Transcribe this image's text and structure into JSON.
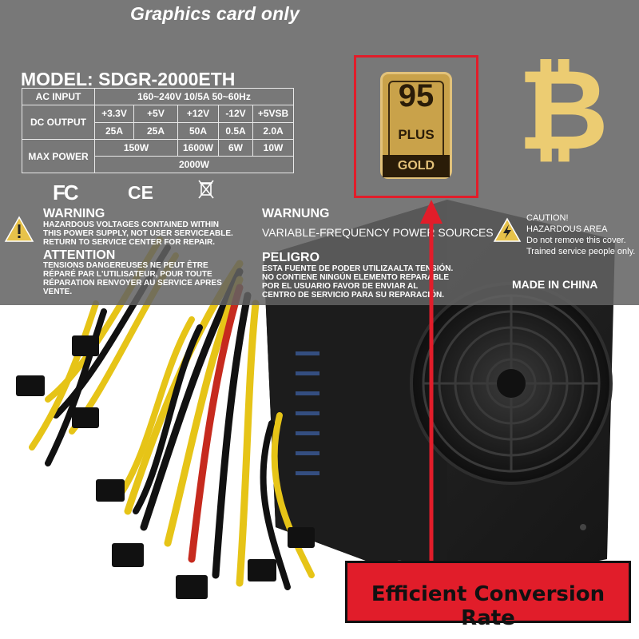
{
  "header": {
    "title": "Graphics card only"
  },
  "spec": {
    "model": "MODEL: SDGR-2000ETH",
    "ac_input_label": "AC INPUT",
    "ac_input_value": "160~240V  10/5A  50~60Hz",
    "dc_output_label": "DC OUTPUT",
    "rails": [
      "+3.3V",
      "+5V",
      "+12V",
      "-12V",
      "+5VSB"
    ],
    "currents": [
      "25A",
      "25A",
      "50A",
      "0.5A",
      "2.0A"
    ],
    "max_power_label": "MAX POWER",
    "powers": [
      "150W",
      "1600W",
      "6W",
      "10W"
    ],
    "total_power": "2000W"
  },
  "certs": {
    "fc": "FC",
    "ce": "CE"
  },
  "warning_en": {
    "title": "WARNING",
    "lines": [
      "HAZARDOUS VOLTAGES CONTAINED WITHIN",
      "THIS POWER SUPPLY, NOT USER SERVICEABLE.",
      "RETURN TO SERVICE CENTER FOR REPAIR."
    ]
  },
  "warning_fr": {
    "title": "ATTENTION",
    "lines": [
      "TENSIONS DANGEREUSES NE PEUT ÊTRE",
      "RÉPARÉ PAR L'UTILISATEUR, POUR TOUTE",
      "RÉPARATION RENVOYER AU SERVICE APRES",
      "VENTE."
    ]
  },
  "warning_de": {
    "title": "WARNUNG",
    "body": "VARIABLE-FREQUENCY POWER SOURCES"
  },
  "warning_es": {
    "title": "PELIGRO",
    "lines": [
      "ESTA FUENTE DE PODER UTILIZAALTA TENSIÓN.",
      "NO CONTIENE NINGÚN ELEMENTO REPARABLE",
      "POR EL USUARIO FAVOR DE ENVIAR AL",
      "CENTRO DE SERVICIO PARA SU REPARACIÓN."
    ]
  },
  "caution": {
    "lines": [
      "CAUTION!",
      "HAZARDOUS AREA",
      "Do not remove this cover.",
      "Trained service people only."
    ]
  },
  "origin": "MADE IN CHINA",
  "badge": {
    "number": "95",
    "plus": "PLUS",
    "grade": "GOLD"
  },
  "bitcoin_symbol": "₿",
  "callout": {
    "text": "Efficient Conversion Rate"
  },
  "colors": {
    "accent_red": "#e11d2a",
    "badge_gold": "#c9a24a",
    "bitcoin_gold": "#eccc72",
    "band_gray": "#626262"
  }
}
